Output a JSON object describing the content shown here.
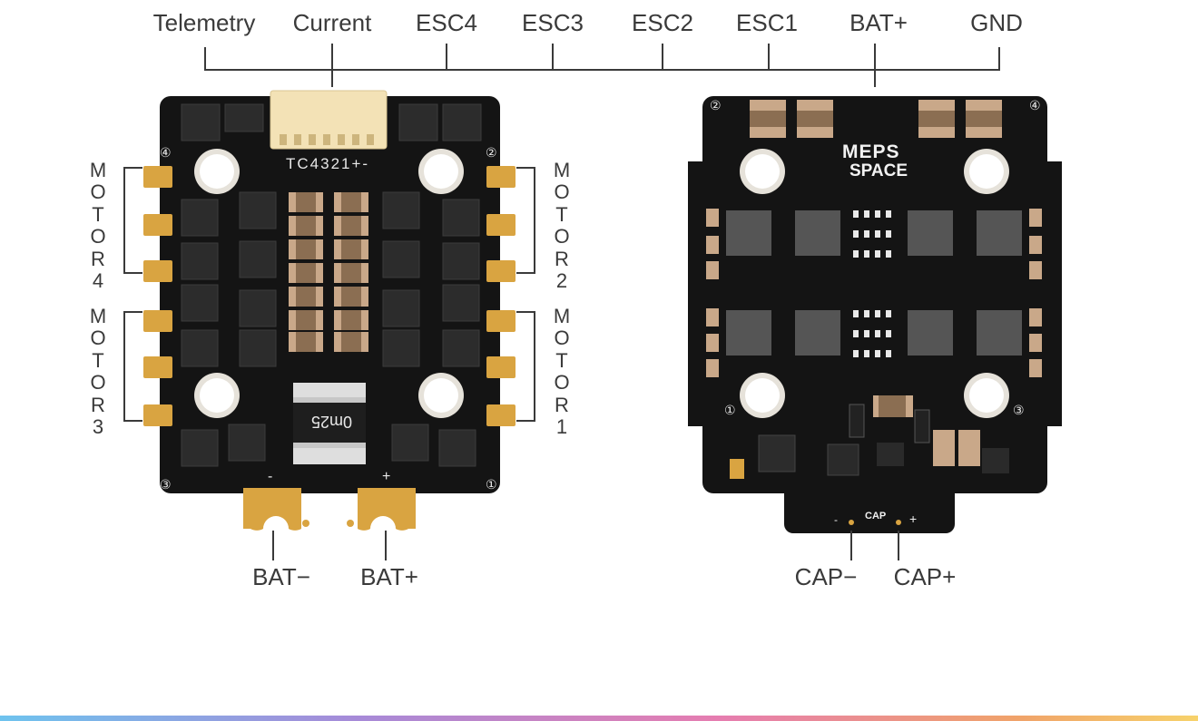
{
  "top_labels": {
    "telemetry": "Telemetry",
    "current": "Current",
    "esc4": "ESC4",
    "esc3": "ESC3",
    "esc2": "ESC2",
    "esc1": "ESC1",
    "bat_plus": "BAT+",
    "gnd": "GND"
  },
  "motor_labels": {
    "motor4": "MOTOR4",
    "motor3": "MOTOR3",
    "motor2": "MOTOR2",
    "motor1": "MOTOR1"
  },
  "bottom_labels": {
    "bat_minus": "BAT−",
    "bat_plus": "BAT+",
    "cap_minus": "CAP−",
    "cap_plus": "CAP+"
  },
  "front_board": {
    "model": "TC4321+-",
    "shunt": "0m25",
    "pad_minus": "-",
    "pad_plus": "+",
    "hole_markers": [
      "④",
      "②",
      "③",
      "①"
    ]
  },
  "back_board": {
    "brand_line1": "MEPS",
    "brand_line2": "SPACE",
    "cap_text": "CAP",
    "cap_minus": "-",
    "cap_plus": "+",
    "hole_markers": [
      "②",
      "④",
      "①",
      "③"
    ]
  },
  "colors": {
    "pcb": "#141414",
    "gold": "#d9a441",
    "connector": "#f3e2b6",
    "text": "#3a3a3a"
  }
}
